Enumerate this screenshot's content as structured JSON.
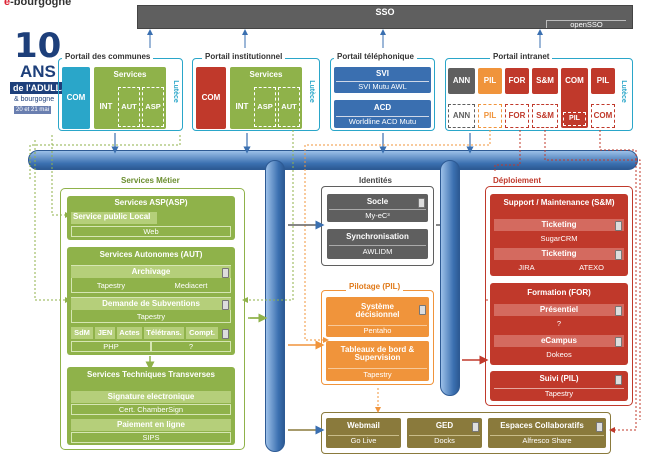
{
  "brand": {
    "prefix": "e",
    "suffix": "-bourgogne"
  },
  "logo": {
    "number": "10",
    "line1": "ANS",
    "line2": "de l'ADULLA",
    "line3": "& bourgogne",
    "line4": "20 et 21 mai"
  },
  "sso": {
    "title": "SSO",
    "sub": "openSSO"
  },
  "portals": {
    "communes": {
      "title": "Portail des communes",
      "com": "COM",
      "services": "Services",
      "int": "INT",
      "aut": "AUT",
      "asp": "ASP",
      "lutece": "Lutèce"
    },
    "institutionnel": {
      "title": "Portail institutionnel",
      "com": "COM",
      "services": "Services",
      "int": "INT",
      "asp": "ASP",
      "aut": "AUT",
      "lutece": "Lutèce"
    },
    "telephonique": {
      "title": "Portail téléphonique",
      "svi": "SVI",
      "svi_sub": "SVI Mutu AWL",
      "acd": "ACD",
      "acd_sub": "Worldline ACD Mutu"
    },
    "intranet": {
      "title": "Portail intranet",
      "top": [
        "ANN",
        "PIL",
        "FOR",
        "S&M",
        "COM",
        "PIL"
      ],
      "bottom": [
        "ANN",
        "PIL",
        "FOR",
        "S&M",
        "COM",
        "PIL"
      ],
      "lutece": "Lutèce"
    }
  },
  "metier": {
    "title": "Services Métier",
    "asp": {
      "title": "Services ASP(ASP)",
      "item": "Service public Local",
      "sub": "Web"
    },
    "aut": {
      "title": "Services Autonomes (AUT)",
      "archivage": "Archivage",
      "archivage_subs": [
        "Tapestry",
        "Mediacert"
      ],
      "demande": "Demande de Subventions",
      "demande_sub": "Tapestry",
      "small": [
        "SdM",
        "JEN",
        "Actes",
        "Télétrans.",
        "Compt."
      ],
      "small_subs": [
        "PHP",
        "?"
      ]
    },
    "stt": {
      "title": "Services  Techniques Transverses",
      "sig": "Signature electronique",
      "sig_sub": "Cert. ChamberSign",
      "pay": "Paiement en ligne",
      "pay_sub": "SIPS"
    }
  },
  "identites": {
    "title": "Identités",
    "socle": "Socle",
    "socle_sub": "My-eC³",
    "sync": "Synchronisation",
    "sync_sub": "AWLIDM"
  },
  "pilotage": {
    "title": "Pilotage (PIL)",
    "sys": "Système décisionnel",
    "sys_sub": "Pentaho",
    "tab": "Tableaux de bord & Supervision",
    "tab_sub": "Tapestry"
  },
  "deploiement": {
    "title": "Déploiement",
    "sm": {
      "title": "Support / Maintenance (S&M)",
      "t1": "Ticketing",
      "t1_sub": "SugarCRM",
      "t2": "Ticketing",
      "t2_subs": [
        "JIRA",
        "ATEXO"
      ]
    },
    "for": {
      "title": "Formation (FOR)",
      "p": "Présentiel",
      "p_sub": "?",
      "e": "eCampus",
      "e_sub": "Dokeos"
    },
    "pil": {
      "title": "Suivi (PIL)",
      "sub": "Tapestry"
    }
  },
  "collab": {
    "webmail": "Webmail",
    "webmail_sub": "Go Live",
    "ged": "GED",
    "ged_sub": "Docks",
    "esp": "Espaces Collaboratifs",
    "esp_sub": "Alfresco Share"
  },
  "colors": {
    "blue": "#3a6fb0",
    "green": "#8fb24a",
    "red": "#c0392b",
    "orange": "#f0943b",
    "grey": "#5f5f5f",
    "olive": "#8a7a3c",
    "cyan": "#2aa6c9"
  }
}
